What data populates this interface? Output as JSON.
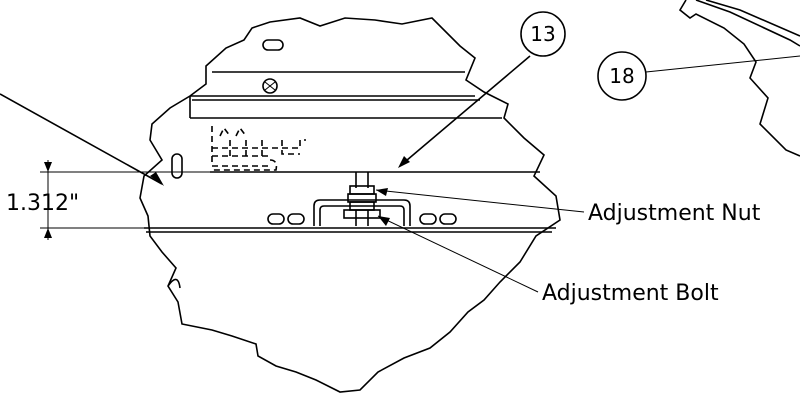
{
  "dimension": {
    "value": "1.312\""
  },
  "callouts": [
    {
      "number": "13"
    },
    {
      "number": "18"
    }
  ],
  "labels": {
    "adjustment_nut": "Adjustment Nut",
    "adjustment_bolt": "Adjustment Bolt"
  }
}
